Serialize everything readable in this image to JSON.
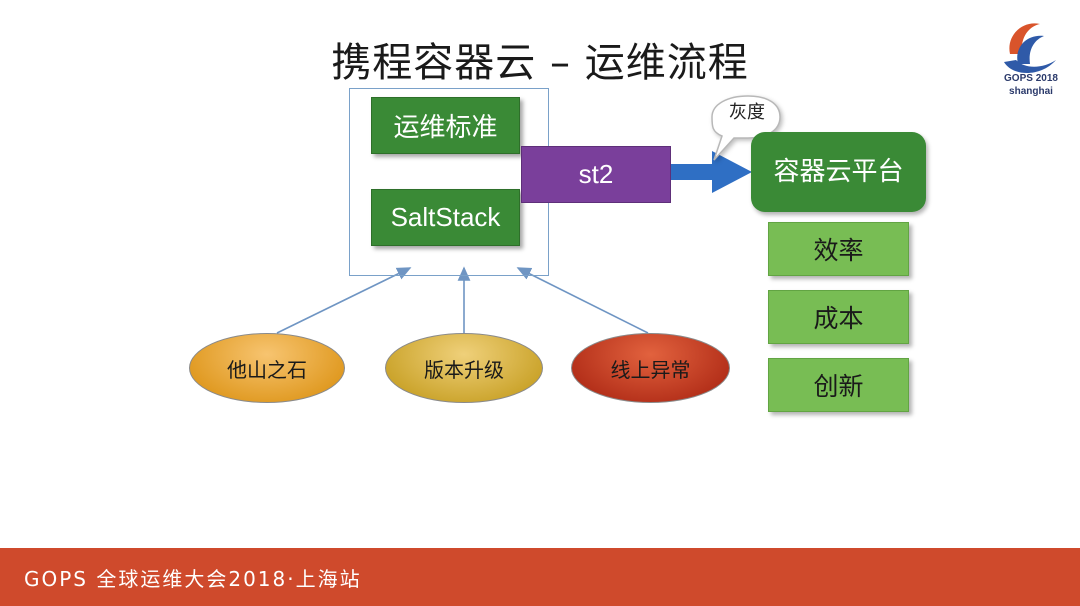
{
  "title": "携程容器云 – 运维流程",
  "logo": {
    "line1": "GOPS 2018",
    "line2": "shanghai"
  },
  "left_group": {
    "box1": "运维标准",
    "box2": "SaltStack"
  },
  "connector": "st2",
  "callout": "灰度",
  "platform": "容器云平台",
  "benefits": [
    "效率",
    "成本",
    "创新"
  ],
  "sources": [
    "他山之石",
    "版本升级",
    "线上异常"
  ],
  "footer": "GOPS 全球运维大会2018·上海站",
  "colors": {
    "dark_green": "#3a8a36",
    "light_green": "#78bd54",
    "purple": "#7a3f9b",
    "blue_arrow": "#2f6fc4",
    "footer": "#cf4a2c"
  }
}
